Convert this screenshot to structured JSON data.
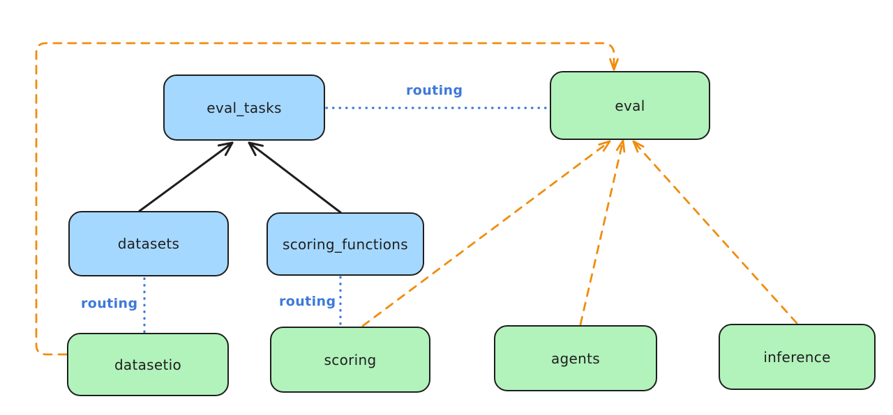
{
  "colors": {
    "background": "#ffffff",
    "node_stroke": "#1e1e1e",
    "blue_node_fill": "#a5d8ff",
    "green_node_fill": "#b2f2bb",
    "solid_edge": "#1e1e1e",
    "dashed_edge_orange": "#ef8d0e",
    "dotted_edge_blue": "#3d79d9",
    "label_blue": "#3d79d9"
  },
  "diagram": {
    "nodes": [
      {
        "id": "eval_tasks",
        "label": "eval_tasks",
        "fill": "blue"
      },
      {
        "id": "eval",
        "label": "eval",
        "fill": "green"
      },
      {
        "id": "datasets",
        "label": "datasets",
        "fill": "blue"
      },
      {
        "id": "scoring_functions",
        "label": "scoring_functions",
        "fill": "blue"
      },
      {
        "id": "datasetio",
        "label": "datasetio",
        "fill": "green"
      },
      {
        "id": "scoring",
        "label": "scoring",
        "fill": "green"
      },
      {
        "id": "agents",
        "label": "agents",
        "fill": "green"
      },
      {
        "id": "inference",
        "label": "inference",
        "fill": "green"
      }
    ],
    "edge_labels": [
      {
        "id": "routing-eval-tasks-to-eval",
        "text": "routing"
      },
      {
        "id": "routing-datasets-to-datasetio",
        "text": "routing"
      },
      {
        "id": "routing-scoring-functions-to-scoring",
        "text": "routing"
      }
    ],
    "edges": [
      {
        "from": "datasets",
        "to": "eval_tasks",
        "style": "solid",
        "color": "black"
      },
      {
        "from": "scoring_functions",
        "to": "eval_tasks",
        "style": "solid",
        "color": "black"
      },
      {
        "from": "eval_tasks",
        "to": "eval",
        "style": "dotted",
        "color": "blue",
        "label": "routing"
      },
      {
        "from": "datasets",
        "to": "datasetio",
        "style": "dotted",
        "color": "blue",
        "label": "routing"
      },
      {
        "from": "scoring_functions",
        "to": "scoring",
        "style": "dotted",
        "color": "blue",
        "label": "routing"
      },
      {
        "from": "datasetio",
        "to": "eval",
        "style": "dashed",
        "color": "orange"
      },
      {
        "from": "scoring",
        "to": "eval",
        "style": "dashed",
        "color": "orange"
      },
      {
        "from": "agents",
        "to": "eval",
        "style": "dashed",
        "color": "orange"
      },
      {
        "from": "inference",
        "to": "eval",
        "style": "dashed",
        "color": "orange"
      }
    ]
  }
}
